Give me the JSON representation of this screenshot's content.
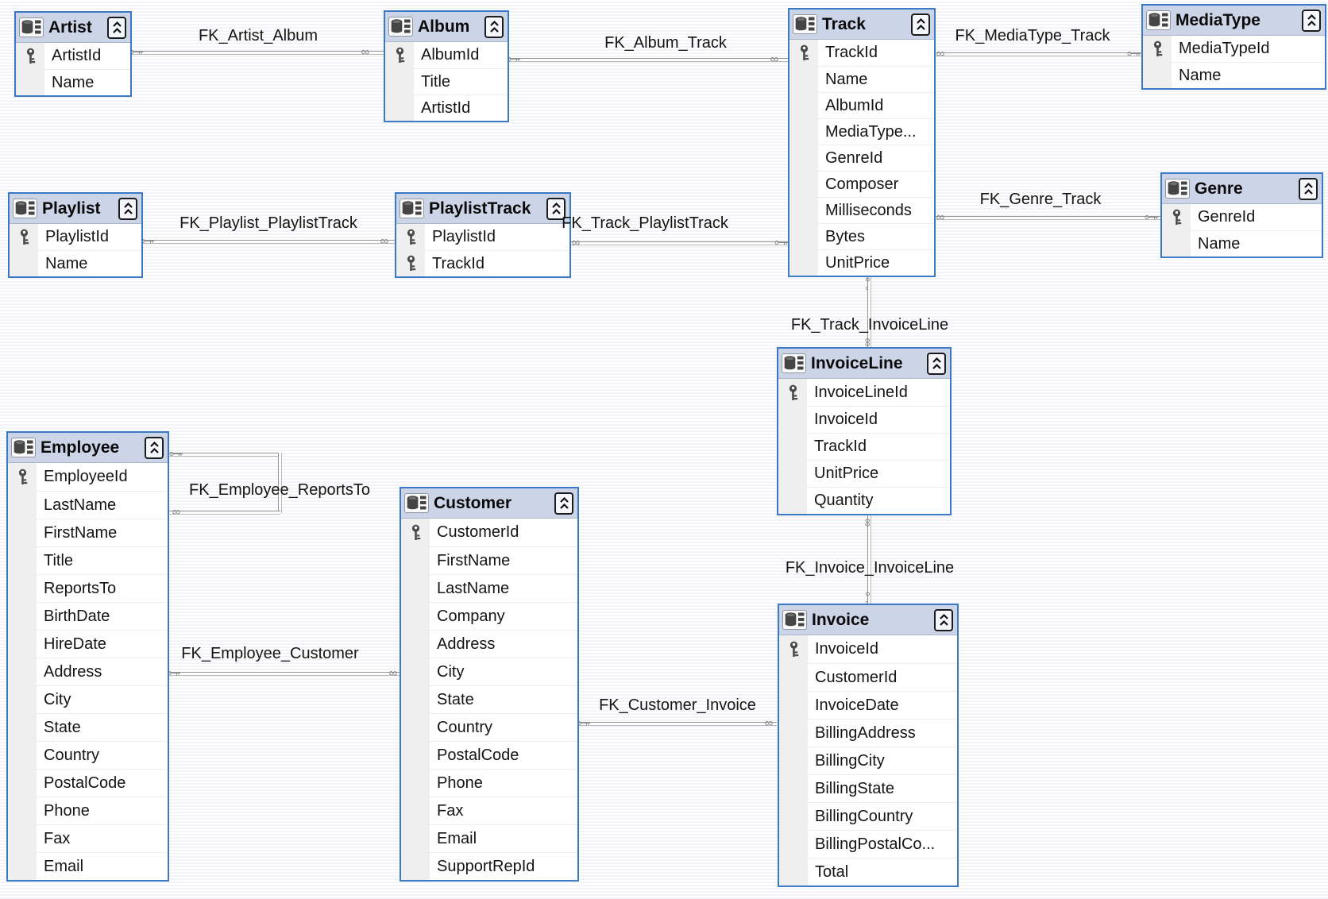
{
  "palette": {
    "table_border": "#3b79c4",
    "table_header_bg": "#ccd5e7",
    "key_column_bg": "#efefef",
    "row_separator": "#ececec",
    "relation_line": "#9a9a9a",
    "background_stripe": "#f2f3f7",
    "text": "#141414"
  },
  "icons": {
    "table_header_icon": "table-icon",
    "collapse_button_icon": "double-chevron-up-icon",
    "primary_key_icon": "key-icon",
    "relation_one_end": "key-marker-icon",
    "relation_many_end": "infinity-marker-icon",
    "infinity_glyph": "∞"
  },
  "tables": [
    {
      "name": "Artist",
      "columns": [
        {
          "name": "ArtistId",
          "pk": true
        },
        {
          "name": "Name",
          "pk": false
        }
      ]
    },
    {
      "name": "Album",
      "columns": [
        {
          "name": "AlbumId",
          "pk": true
        },
        {
          "name": "Title",
          "pk": false
        },
        {
          "name": "ArtistId",
          "pk": false
        }
      ]
    },
    {
      "name": "Track",
      "columns": [
        {
          "name": "TrackId",
          "pk": true
        },
        {
          "name": "Name",
          "pk": false
        },
        {
          "name": "AlbumId",
          "pk": false
        },
        {
          "name": "MediaType...",
          "pk": false
        },
        {
          "name": "GenreId",
          "pk": false
        },
        {
          "name": "Composer",
          "pk": false
        },
        {
          "name": "Milliseconds",
          "pk": false
        },
        {
          "name": "Bytes",
          "pk": false
        },
        {
          "name": "UnitPrice",
          "pk": false
        }
      ]
    },
    {
      "name": "MediaType",
      "columns": [
        {
          "name": "MediaTypeId",
          "pk": true
        },
        {
          "name": "Name",
          "pk": false
        }
      ]
    },
    {
      "name": "Genre",
      "columns": [
        {
          "name": "GenreId",
          "pk": true
        },
        {
          "name": "Name",
          "pk": false
        }
      ]
    },
    {
      "name": "Playlist",
      "columns": [
        {
          "name": "PlaylistId",
          "pk": true
        },
        {
          "name": "Name",
          "pk": false
        }
      ]
    },
    {
      "name": "PlaylistTrack",
      "columns": [
        {
          "name": "PlaylistId",
          "pk": true
        },
        {
          "name": "TrackId",
          "pk": true
        }
      ]
    },
    {
      "name": "Employee",
      "columns": [
        {
          "name": "EmployeeId",
          "pk": true
        },
        {
          "name": "LastName",
          "pk": false
        },
        {
          "name": "FirstName",
          "pk": false
        },
        {
          "name": "Title",
          "pk": false
        },
        {
          "name": "ReportsTo",
          "pk": false
        },
        {
          "name": "BirthDate",
          "pk": false
        },
        {
          "name": "HireDate",
          "pk": false
        },
        {
          "name": "Address",
          "pk": false
        },
        {
          "name": "City",
          "pk": false
        },
        {
          "name": "State",
          "pk": false
        },
        {
          "name": "Country",
          "pk": false
        },
        {
          "name": "PostalCode",
          "pk": false
        },
        {
          "name": "Phone",
          "pk": false
        },
        {
          "name": "Fax",
          "pk": false
        },
        {
          "name": "Email",
          "pk": false
        }
      ]
    },
    {
      "name": "Customer",
      "columns": [
        {
          "name": "CustomerId",
          "pk": true
        },
        {
          "name": "FirstName",
          "pk": false
        },
        {
          "name": "LastName",
          "pk": false
        },
        {
          "name": "Company",
          "pk": false
        },
        {
          "name": "Address",
          "pk": false
        },
        {
          "name": "City",
          "pk": false
        },
        {
          "name": "State",
          "pk": false
        },
        {
          "name": "Country",
          "pk": false
        },
        {
          "name": "PostalCode",
          "pk": false
        },
        {
          "name": "Phone",
          "pk": false
        },
        {
          "name": "Fax",
          "pk": false
        },
        {
          "name": "Email",
          "pk": false
        },
        {
          "name": "SupportRepId",
          "pk": false
        }
      ]
    },
    {
      "name": "InvoiceLine",
      "columns": [
        {
          "name": "InvoiceLineId",
          "pk": true
        },
        {
          "name": "InvoiceId",
          "pk": false
        },
        {
          "name": "TrackId",
          "pk": false
        },
        {
          "name": "UnitPrice",
          "pk": false
        },
        {
          "name": "Quantity",
          "pk": false
        }
      ]
    },
    {
      "name": "Invoice",
      "columns": [
        {
          "name": "InvoiceId",
          "pk": true
        },
        {
          "name": "CustomerId",
          "pk": false
        },
        {
          "name": "InvoiceDate",
          "pk": false
        },
        {
          "name": "BillingAddress",
          "pk": false
        },
        {
          "name": "BillingCity",
          "pk": false
        },
        {
          "name": "BillingState",
          "pk": false
        },
        {
          "name": "BillingCountry",
          "pk": false
        },
        {
          "name": "BillingPostalCo...",
          "pk": false
        },
        {
          "name": "Total",
          "pk": false
        }
      ]
    }
  ],
  "relations": [
    {
      "name": "FK_Artist_Album"
    },
    {
      "name": "FK_Album_Track"
    },
    {
      "name": "FK_MediaType_Track"
    },
    {
      "name": "FK_Genre_Track"
    },
    {
      "name": "FK_Playlist_PlaylistTrack"
    },
    {
      "name": "FK_Track_PlaylistTrack"
    },
    {
      "name": "FK_Track_InvoiceLine"
    },
    {
      "name": "FK_Invoice_InvoiceLine"
    },
    {
      "name": "FK_Employee_ReportsTo"
    },
    {
      "name": "FK_Employee_Customer"
    },
    {
      "name": "FK_Customer_Invoice"
    }
  ]
}
